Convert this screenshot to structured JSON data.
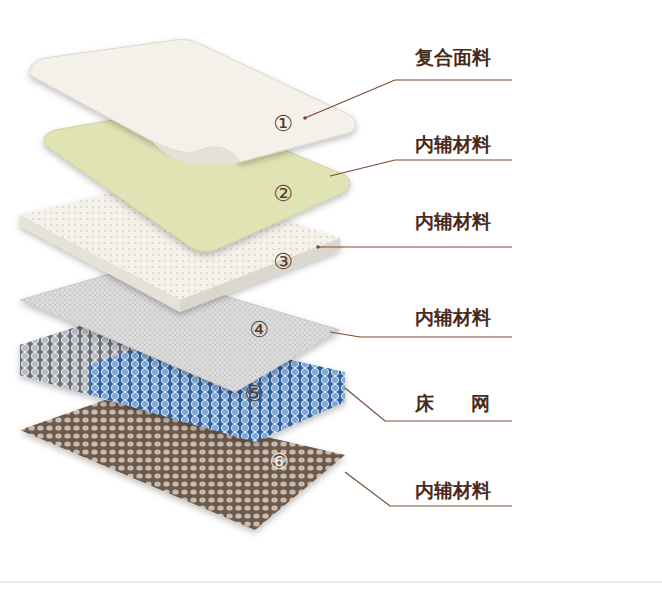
{
  "diagram": {
    "labels": [
      "复合面料",
      "①",
      "内辅材料",
      "②",
      "内辅材料",
      "③",
      "内辅材料",
      "④",
      "床 网",
      "⑤",
      "内辅材料",
      "⑥"
    ]
  }
}
